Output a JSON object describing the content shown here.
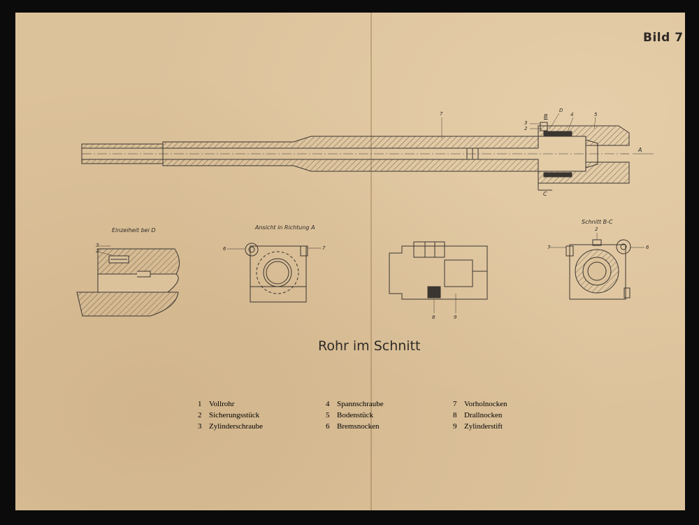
{
  "sheet_label": "Bild 7",
  "title": "Rohr im Schnitt",
  "views": {
    "detail": "Einzelheit bei D",
    "view_a": "Ansicht in Richtung A",
    "section_bc": "Schnitt B-C"
  },
  "callouts": {
    "main": [
      "7",
      "B",
      "D",
      "4",
      "5",
      "3",
      "2",
      "A",
      "C"
    ],
    "detail": [
      "3",
      "2"
    ],
    "view_a": [
      "6",
      "7"
    ],
    "bottom_view": [
      "8",
      "9"
    ],
    "section_bc": [
      "2",
      "7",
      "6"
    ]
  },
  "legend": [
    {
      "num": "1",
      "label": "Vollrohr"
    },
    {
      "num": "2",
      "label": "Sicherungsstück"
    },
    {
      "num": "3",
      "label": "Zylinderschraube"
    },
    {
      "num": "4",
      "label": "Spannschraube"
    },
    {
      "num": "5",
      "label": "Bodenstück"
    },
    {
      "num": "6",
      "label": "Bremsnocken"
    },
    {
      "num": "7",
      "label": "Vorholnocken"
    },
    {
      "num": "8",
      "label": "Drallnocken"
    },
    {
      "num": "9",
      "label": "Zylinderstift"
    }
  ],
  "colors": {
    "paper": "#dcc29b",
    "ink": "#3a3530",
    "border": "#0b0b0b"
  }
}
